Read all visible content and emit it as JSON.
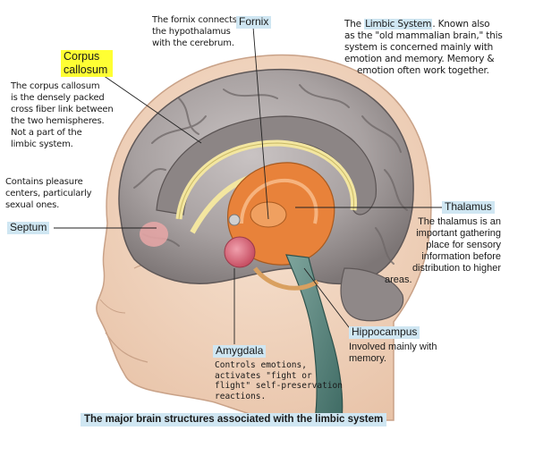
{
  "caption": "The major brain structures associated with the limbic system",
  "labels": {
    "fornix": "Fornix",
    "corpus_callosum_line1": "Corpus",
    "corpus_callosum_line2": "callosum",
    "septum": "Septum",
    "thalamus": "Thalamus",
    "hippocampus": "Hippocampus",
    "amygdala": "Amygdala"
  },
  "notes": {
    "fornix": [
      "The fornix connects",
      "the hypothalamus",
      "with the cerebrum."
    ],
    "limbic_system": {
      "prefix": "The ",
      "highlight": "Limbic System",
      "lines": [
        "Known also",
        "as the \"old mammalian brain,\"  this",
        "system is concerned mainly with",
        "emotion and memory.  Memory &",
        "emotion often work together."
      ]
    },
    "corpus_callosum": [
      "The corpus callosum",
      "is the densely packed",
      "cross fiber link between",
      "the two hemispheres.",
      "Not a part of the",
      "limbic system."
    ],
    "septum": [
      "Contains pleasure",
      "centers, particularly",
      "sexual ones."
    ],
    "thalamus": [
      "The thalamus is an",
      "important gathering",
      "place for sensory",
      "information before",
      "distribution to higher",
      "areas."
    ],
    "hippocampus": [
      "Involved mainly with",
      "memory."
    ],
    "amygdala": [
      "Controls emotions,",
      "activates \"fight or",
      "flight\" self-preservation",
      "reactions."
    ]
  },
  "colors": {
    "label_blue": "#cfe6f2",
    "label_yellow": "#ffff33",
    "brain_gray": "#9a9494",
    "skin": "#f2d9c4",
    "thalamus_orange": "#e8823a",
    "fornix_yellow": "#f3e6a0",
    "amygdala_pink": "#d9697a",
    "brainstem_green": "#5e8c84"
  }
}
